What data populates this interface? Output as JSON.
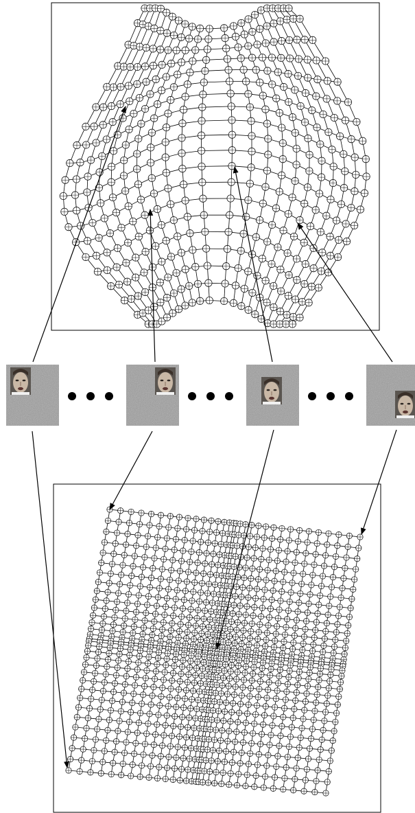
{
  "figure": {
    "panels": [
      {
        "role": "nonlinear-manifold-embedding",
        "mesh": "face-manifold-mesh"
      },
      {
        "role": "rectified-grid-embedding",
        "mesh": "flattened-grid-mesh"
      }
    ],
    "sample_images": [
      {
        "name": "sample-image-1",
        "face_position": "top-left"
      },
      {
        "name": "sample-image-2",
        "face_position": "top-right"
      },
      {
        "name": "sample-image-3",
        "face_position": "center"
      },
      {
        "name": "sample-image-4",
        "face_position": "bottom-right"
      }
    ],
    "ellipsis_count": 3,
    "colors": {
      "ink": "#000000",
      "noise_background": "#8c8c8c",
      "face_skin": "#c9b8a6"
    },
    "icons": [
      "ellipsis-dots"
    ]
  }
}
